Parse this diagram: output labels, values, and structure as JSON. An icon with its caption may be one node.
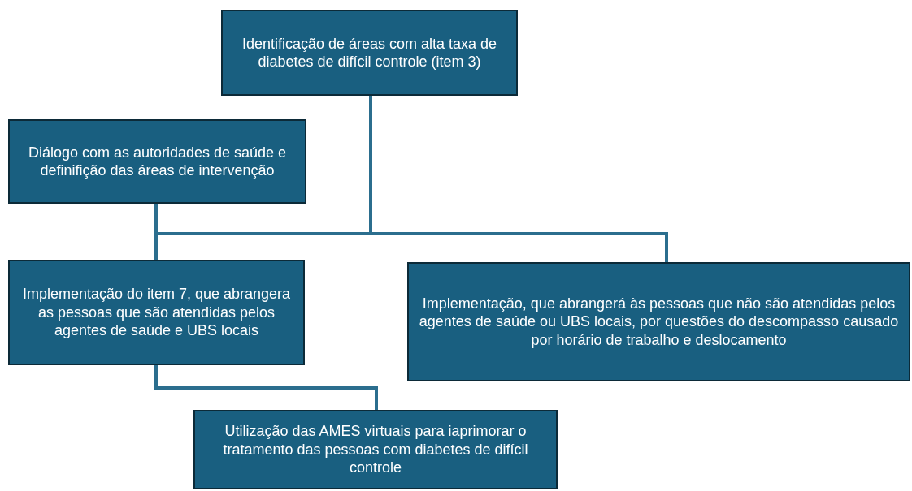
{
  "diagram": {
    "nodes": [
      {
        "text": [
          "Identificação de áreas com alta taxa de diabetes de difícil controle (item 3)"
        ]
      },
      {
        "text": [
          "Diálogo com  as autoridades de saúde e definifição das áreas de intervenção"
        ]
      },
      {
        "text": [
          "Implementação do  item 7, que abrangera as pessoas que são atendidas pelos agentes de saúde e UBS locais"
        ]
      },
      {
        "text": [
          "Implementação, que abrangerá às pessoas que não são atendidas pelos agentes de saúde ou UBS locais, por questões do descompasso causado por horário de trabalho e deslocamento"
        ]
      },
      {
        "text": [
          "Utilização das AMES virtuais para iaprimorar o tratamento das pessoas com diabetes de difícil controle"
        ]
      }
    ],
    "edges": [
      {
        "from": 0,
        "to": 1,
        "arrow": "none"
      },
      {
        "from": 0,
        "to": 2,
        "arrow": "none"
      },
      {
        "from": 0,
        "to": 3,
        "arrow": "none"
      },
      {
        "from": 2,
        "to": 4,
        "arrow": "none"
      }
    ]
  }
}
